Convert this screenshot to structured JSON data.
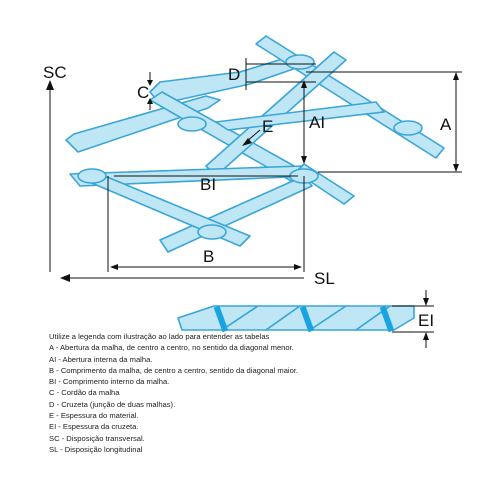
{
  "labels": {
    "SC": "SC",
    "SL": "SL",
    "A": "A",
    "AI": "AI",
    "B": "B",
    "BI": "BI",
    "C": "C",
    "D": "D",
    "E": "E",
    "EI": "EI"
  },
  "legend": {
    "intro": "Utilize a legenda com ilustração ao lado para entender as tabelas",
    "items": [
      "A - Abertura da malha, de centro a centro, no sentido da diagonal menor.",
      "AI - Abertura interna da malha.",
      "B - Comprimento da malha, de centro a centro, sentido da diagonal maior.",
      "BI - Comprimento interno da malha.",
      "C - Cordão da malha",
      "D - Cruzeta (junção de duas malhas).",
      "E - Espessura do material.",
      "EI - Espessura da cruzeta.",
      "SC - Disposição transversal.",
      "SL - Disposição longitudinal"
    ]
  },
  "colors": {
    "strand_fill": "#bfe6f5",
    "strand_edge": "#3aa6d8",
    "section_accent": "#19a3e0"
  }
}
